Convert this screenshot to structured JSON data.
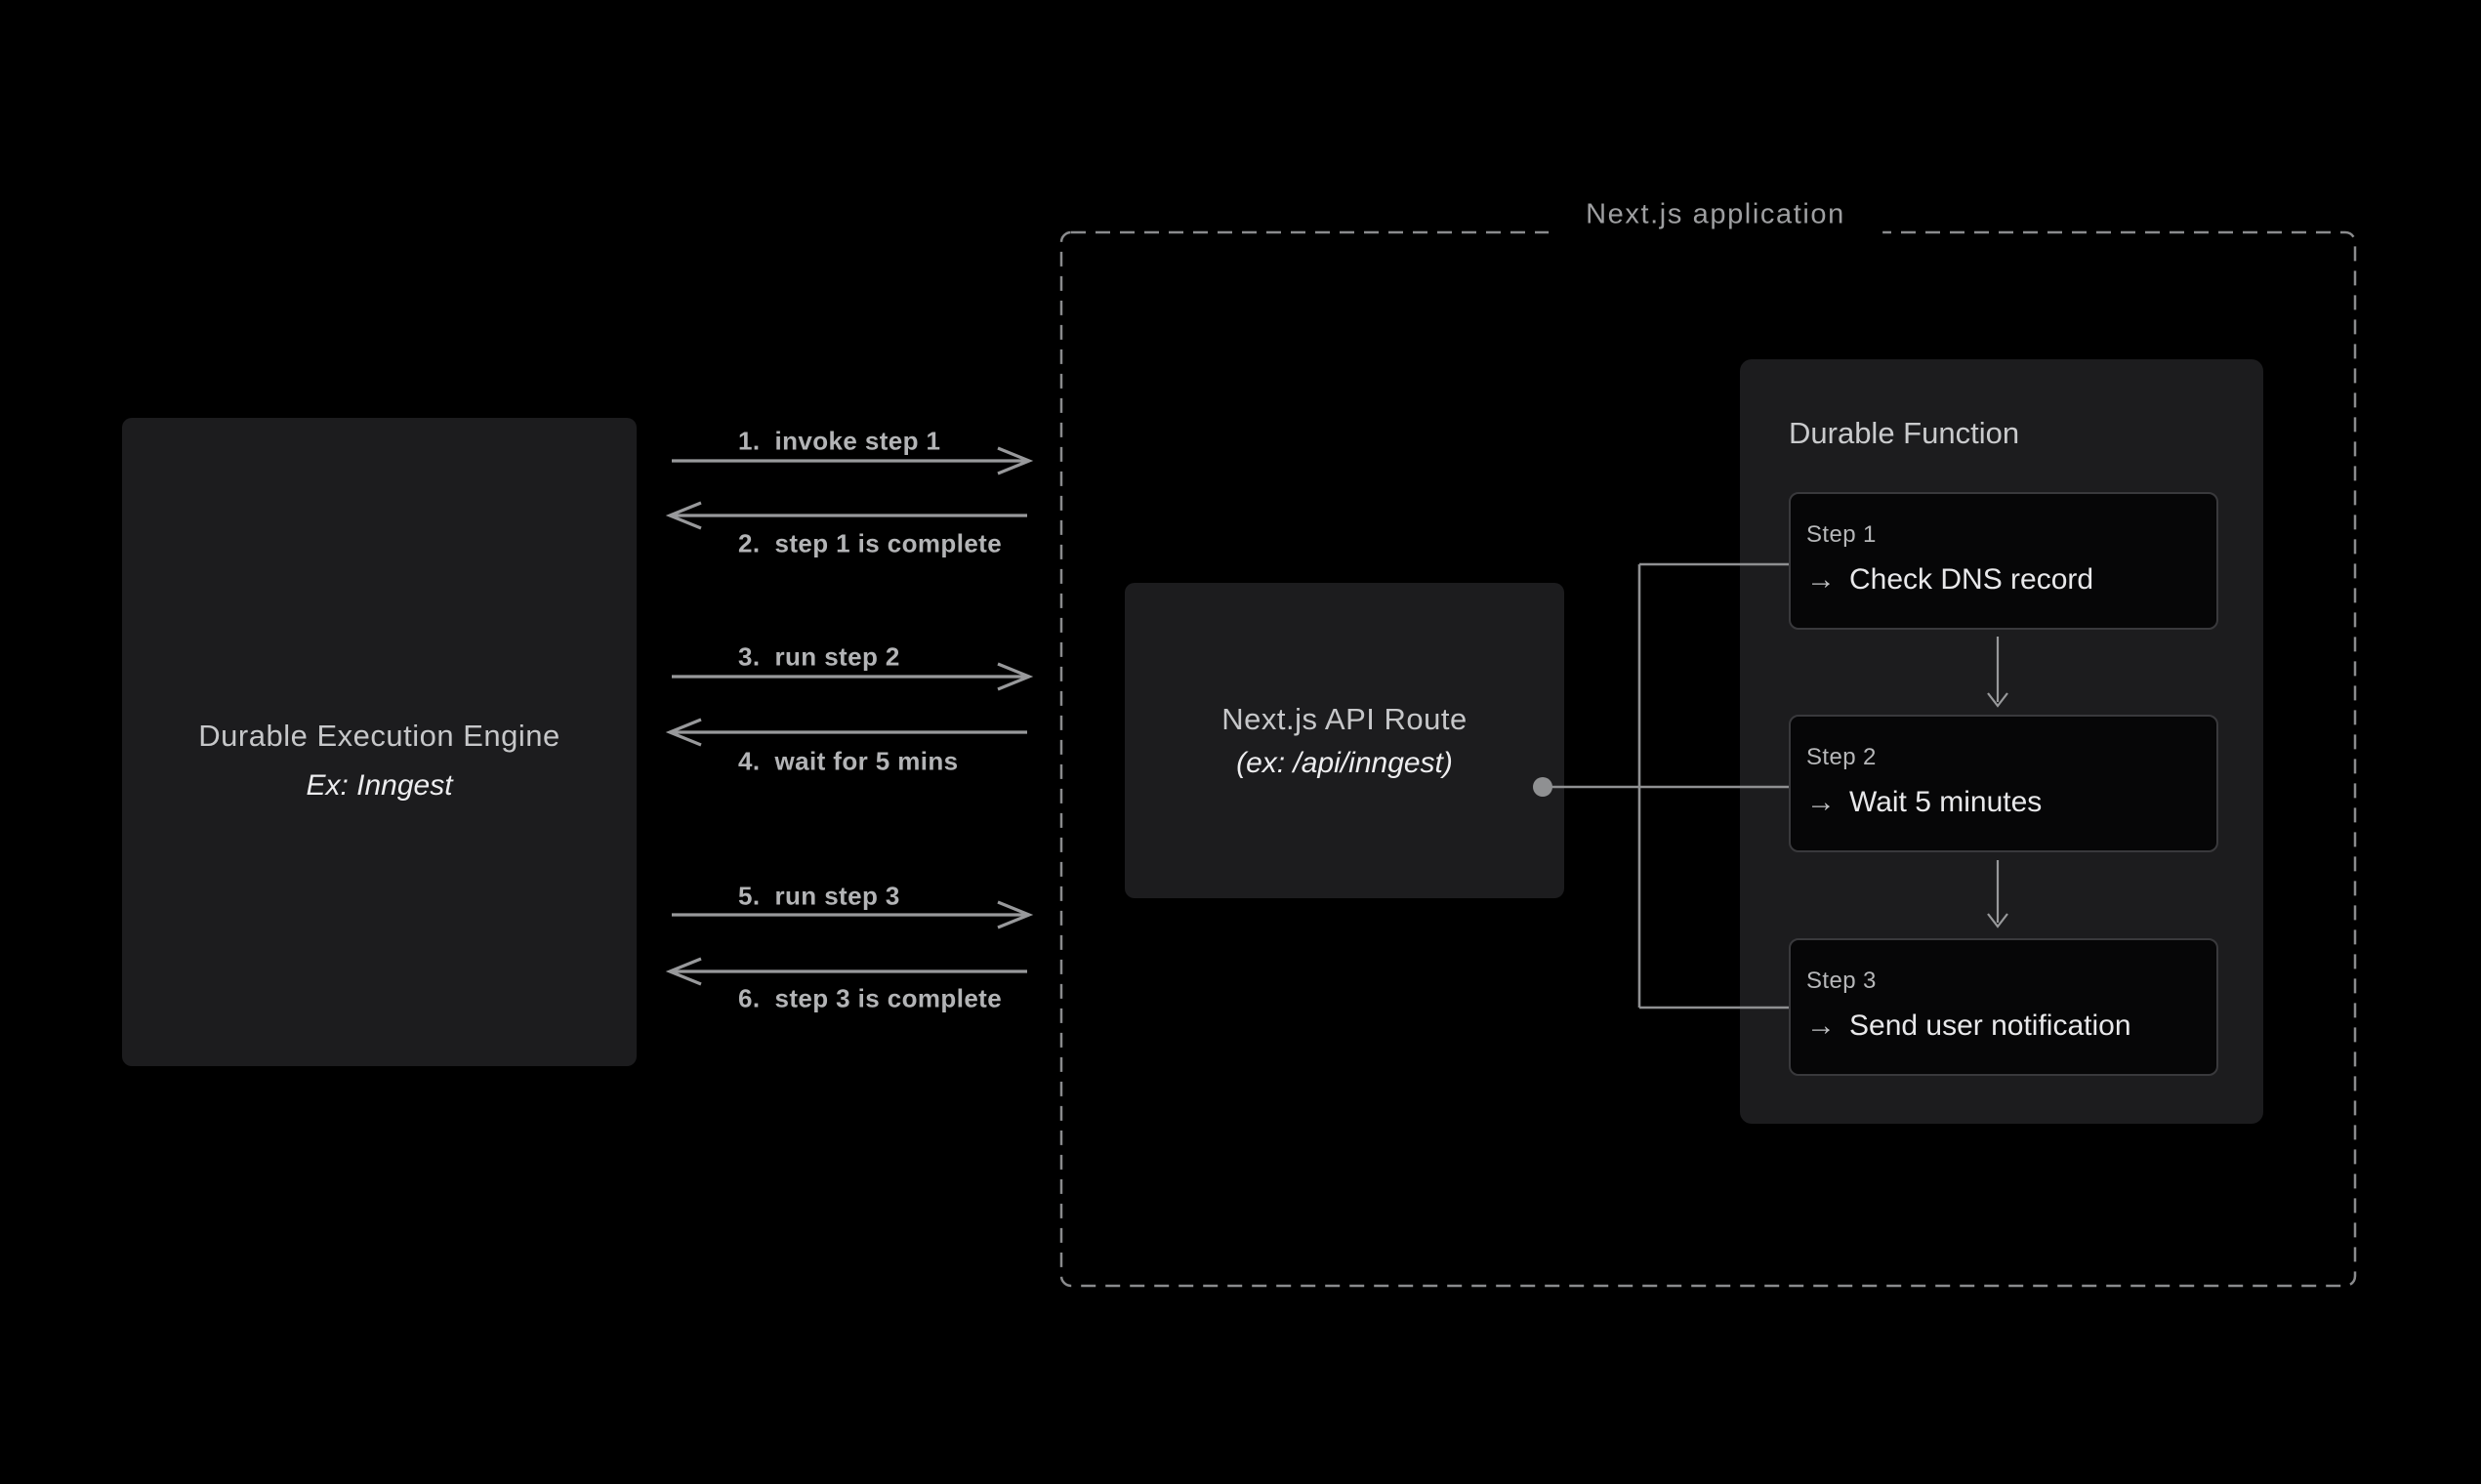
{
  "engine": {
    "title": "Durable Execution Engine",
    "subtitle": "Ex: Inngest"
  },
  "sequence": {
    "messages": [
      {
        "number": "1.",
        "text": "invoke step 1",
        "direction": "right"
      },
      {
        "number": "2.",
        "text": "step 1 is complete",
        "direction": "left"
      },
      {
        "number": "3.",
        "text": "run step 2",
        "direction": "right"
      },
      {
        "number": "4.",
        "text": "wait for 5 mins",
        "direction": "left"
      },
      {
        "number": "5.",
        "text": "run step 3",
        "direction": "right"
      },
      {
        "number": "6.",
        "text": "step 3 is complete",
        "direction": "left"
      }
    ]
  },
  "application": {
    "title": "Next.js application",
    "api_route": {
      "title": "Next.js API Route",
      "subtitle": "(ex: /api/inngest)"
    },
    "durable_function": {
      "title": "Durable Function",
      "step_arrow_glyph": "→",
      "steps": [
        {
          "label": "Step 1",
          "action": "Check DNS record"
        },
        {
          "label": "Step 2",
          "action": "Wait 5 minutes"
        },
        {
          "label": "Step 3",
          "action": "Send user notification"
        }
      ]
    }
  },
  "colors": {
    "background": "#000000",
    "panel_background": "#1c1c1e",
    "step_background": "#060607",
    "step_border": "#39393c",
    "title_text": "#c6c7c9",
    "subtitle_text": "#ededef",
    "message_text": "#b3b4b6",
    "arrow_stroke": "#98999b",
    "dashed_border": "#8a8b8d",
    "connector_stroke": "#8f9092",
    "app_title_text": "#9e9fa1"
  }
}
